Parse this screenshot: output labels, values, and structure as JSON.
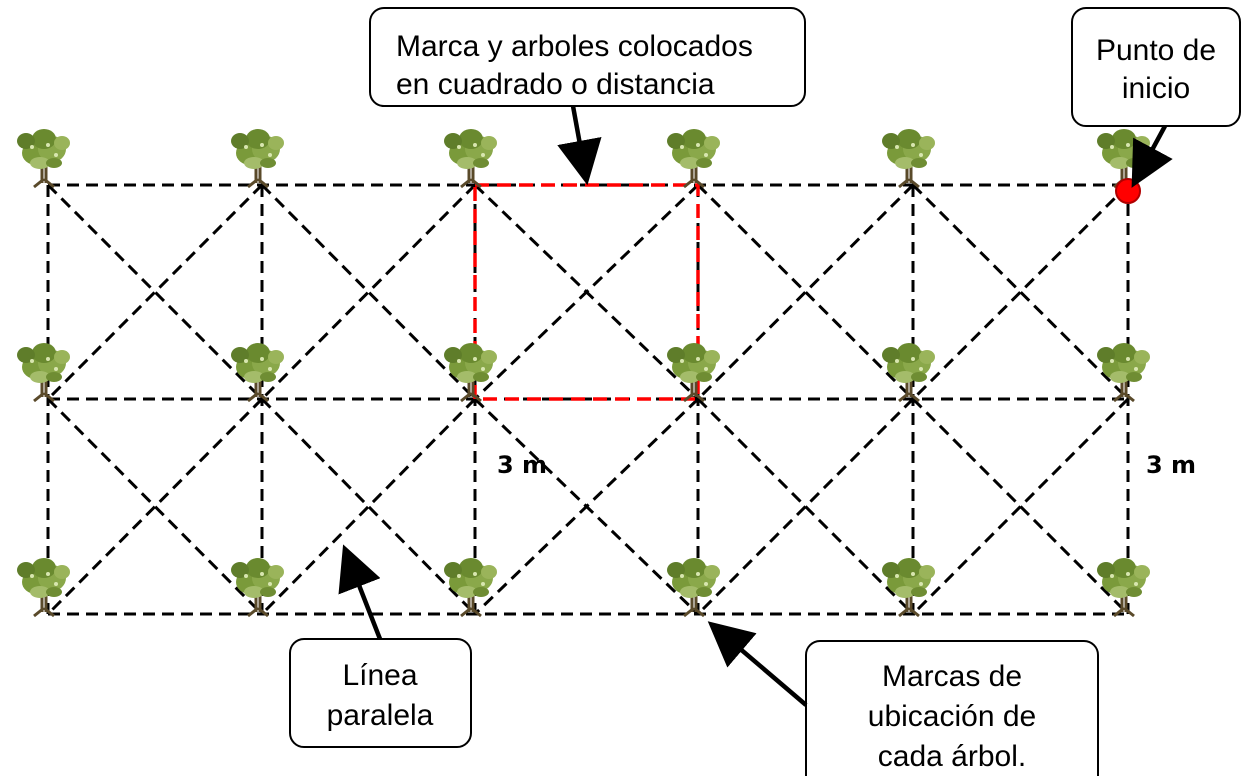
{
  "callouts": {
    "marca": {
      "lines": [
        "Marca y arboles colocados",
        "en cuadrado o distancia"
      ]
    },
    "inicio": {
      "lines": [
        "Punto de",
        "inicio"
      ]
    },
    "linea": {
      "lines": [
        "Línea",
        "paralela"
      ]
    },
    "marcas": {
      "lines": [
        "Marcas de",
        "ubicación de",
        "cada árbol."
      ]
    }
  },
  "dimensions": {
    "left": "3 m",
    "right": "3 m"
  },
  "colors": {
    "grid_line": "#000000",
    "highlight_square": "#ff0000",
    "start_point": "#ff0000",
    "tree_foliage": "#7a9a3a",
    "tree_trunk": "#5a4a2a"
  },
  "icons": {
    "tree": "tree-icon",
    "start": "start-point-icon"
  }
}
